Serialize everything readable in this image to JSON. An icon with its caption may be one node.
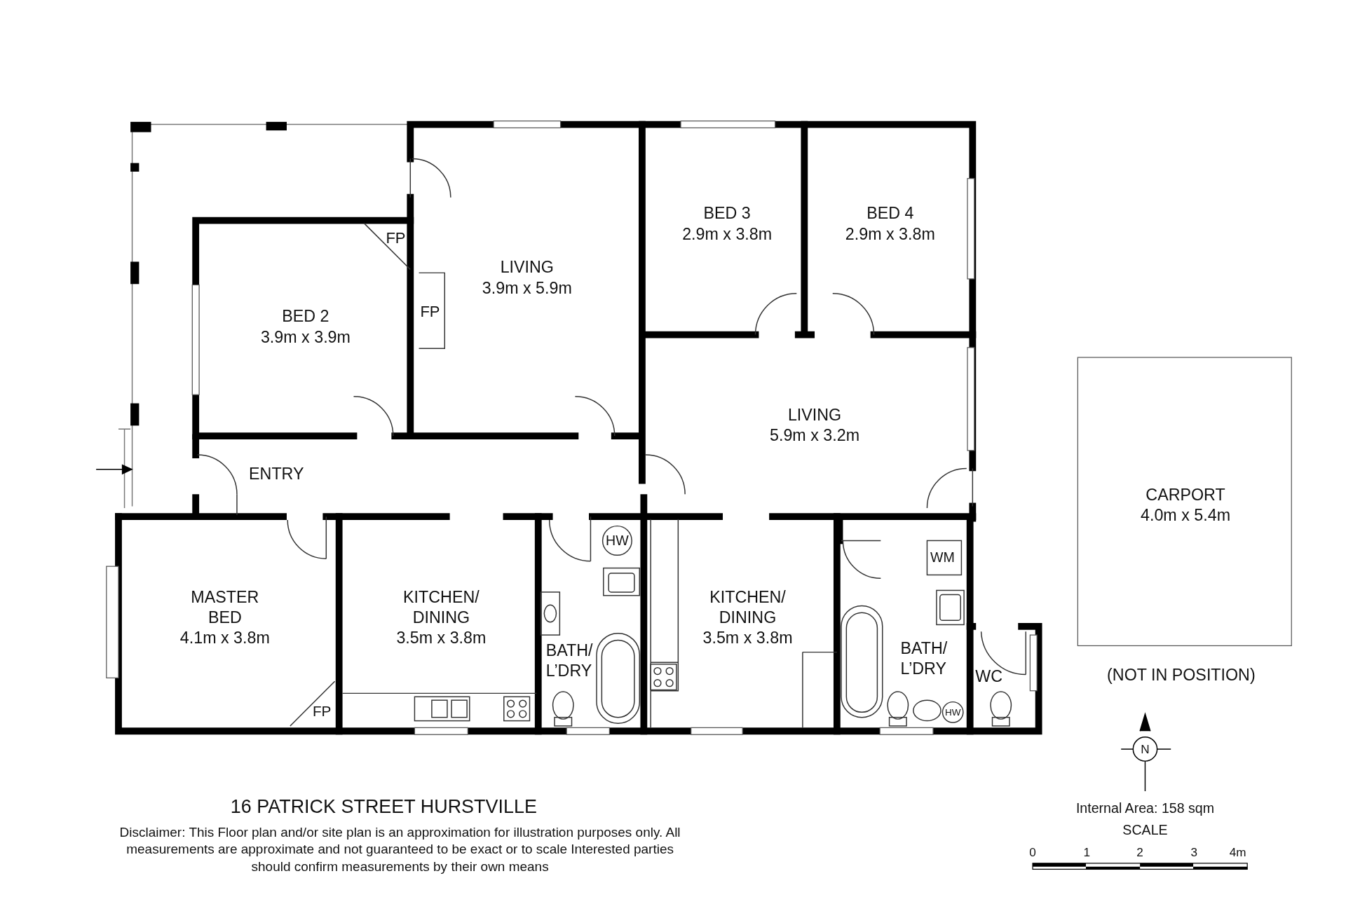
{
  "diagram": {
    "title": "16 PATRICK STREET HURSTVILLE",
    "caption": "Disclaimer: This Floor plan and/or site plan is an approximation for illustration purposes only. All measurements are approximate and not guaranteed to be exact or to scale Interested parties should confirm measurements by their own means",
    "nodes": [
      {
        "text": [
          "BED 2",
          "3.9m x 3.9m"
        ]
      },
      {
        "text": [
          "LIVING",
          "3.9m x 5.9m"
        ]
      },
      {
        "text": [
          "BED 3",
          "2.9m x 3.8m"
        ]
      },
      {
        "text": [
          "BED 4",
          "2.9m x 3.8m"
        ]
      },
      {
        "text": [
          "LIVING",
          "5.9m x 3.2m"
        ]
      },
      {
        "text": [
          "ENTRY"
        ]
      },
      {
        "text": [
          "MASTER BED",
          "4.1m x 3.8m"
        ]
      },
      {
        "text": [
          "KITCHEN/ DINING",
          "3.5m x 3.8m"
        ]
      },
      {
        "text": [
          "BATH/ L’DRY"
        ]
      },
      {
        "text": [
          "KITCHEN/ DINING",
          "3.5m x 3.8m"
        ]
      },
      {
        "text": [
          "BATH/ L’DRY"
        ]
      },
      {
        "text": [
          "WC"
        ]
      },
      {
        "text": [
          "CARPORT",
          "4.0m x 5.4m"
        ],
        "beside": [
          "(NOT IN POSITION)"
        ]
      }
    ],
    "labels": [
      "FP",
      "FP",
      "HW",
      "WM",
      "FP",
      "HW",
      "N",
      "Internal Area: 158 sqm",
      "SCALE",
      "0",
      "1",
      "2",
      "3",
      "4m"
    ]
  }
}
